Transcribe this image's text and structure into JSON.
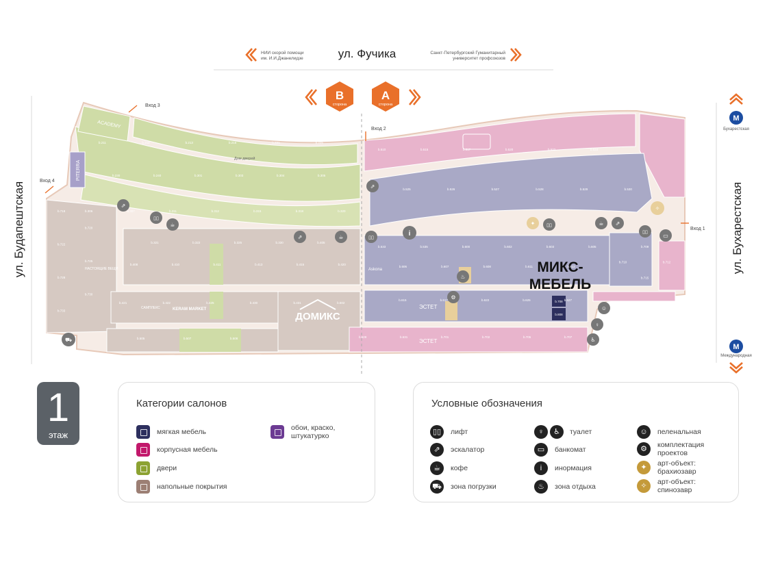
{
  "street_top": "ул. Фучика",
  "street_left": "ул. Будапештская",
  "street_right": "ул. Бухарестская",
  "landmark_left": [
    "НИИ скорой помощи",
    "им. И.И.Джанелидзе"
  ],
  "landmark_right": [
    "Санкт-Петербургский Гуманитарный",
    "университет профсоюзов"
  ],
  "side_b": {
    "letter": "B",
    "word": "сторона"
  },
  "side_a": {
    "letter": "A",
    "word": "сторона"
  },
  "entrances": [
    "Вход 1",
    "Вход 2",
    "Вход 3",
    "Вход 4"
  ],
  "metro_top": "Бухарестская",
  "metro_bottom": "Международная",
  "stores": {
    "academy": "ACADEMY",
    "piterra": "PITERRA",
    "domix": "ДОМИКС",
    "estet": "ЭСТЕТ",
    "estet2": "ЭСТЕТ",
    "askona": "Askona",
    "keram": "KERAM MARKET",
    "samples": "САМПЛЕКС",
    "dom_dvery": "Дом дверей",
    "nastoy": "НАСТОЯЩИЕ ВЕЩИ"
  },
  "highlight_label": [
    "МИКС-",
    "МЕБЕЛЬ"
  ],
  "highlight_units": [
    "b.708",
    "b.808"
  ],
  "unit_labels": [
    "b.211",
    "b.212",
    "b.213",
    "b.216",
    "b.221",
    "b.225",
    "b.230",
    "b.240",
    "b.301",
    "b.303",
    "b.304",
    "b.305",
    "b.306",
    "b.307",
    "b.311",
    "b.312",
    "b.315",
    "b.318",
    "b.320",
    "b.321",
    "b.322",
    "b.325",
    "b.330",
    "b.405",
    "b.408",
    "b.410",
    "b.411",
    "b.413",
    "b.415",
    "b.420",
    "b.421",
    "b.422",
    "b.425",
    "b.430",
    "b.431",
    "b.502",
    "b.505",
    "b.507",
    "b.508",
    "b.510",
    "b.515",
    "b.517",
    "b.520",
    "b.522",
    "b.524",
    "b.525",
    "b.526",
    "b.527",
    "b.528",
    "b.529",
    "b.530",
    "b.533",
    "b.535",
    "b.600",
    "b.602",
    "b.603",
    "b.605",
    "b.606",
    "b.607",
    "b.608",
    "b.611",
    "b.612",
    "b.615",
    "b.617",
    "b.622",
    "b.625",
    "b.627",
    "b.629",
    "b.631",
    "b.701",
    "b.702",
    "b.705",
    "b.707",
    "b.709",
    "b.710",
    "b.712",
    "b.715",
    "b.718",
    "b.720",
    "b.722",
    "b.725",
    "b.728",
    "b.730",
    "b.733",
    "b.802",
    "b.805",
    "b.807",
    "b.809",
    "b.811",
    "b.813",
    "b.815",
    "b.819",
    "b.820",
    "b.822",
    "b.830",
    "b.904",
    "b.905",
    "b.909",
    "b.912",
    "b.915",
    "b.920",
    "b.925",
    "b.930",
    "b.935"
  ],
  "floor": {
    "number": "1",
    "label": "этаж"
  },
  "categories_title": "Категории салонов",
  "categories": [
    {
      "label": "мягкая мебель",
      "color": "#2d2f5e"
    },
    {
      "label": "корпусная мебель",
      "color": "#c2186b"
    },
    {
      "label": "двери",
      "color": "#8ca232"
    },
    {
      "label": "напольные покрытия",
      "color": "#9c7f74"
    },
    {
      "label": "обои, краско, штукатурко",
      "color": "#6c3b93"
    }
  ],
  "legend_title": "Условные обозначения",
  "legend": [
    {
      "label": "лифт",
      "icon": "elevator-icon"
    },
    {
      "label": "эскалатор",
      "icon": "escalator-icon"
    },
    {
      "label": "кофе",
      "icon": "coffee-icon"
    },
    {
      "label": "зона погрузки",
      "icon": "loading-zone-icon"
    },
    {
      "label": "туалет",
      "icon": "toilet-icon"
    },
    {
      "label": "банкомат",
      "icon": "atm-icon"
    },
    {
      "label": "инормация",
      "icon": "info-icon"
    },
    {
      "label": "зона отдыха",
      "icon": "rest-zone-icon"
    },
    {
      "label": "пеленальная",
      "icon": "baby-room-icon"
    },
    {
      "label": "комплектация проектов",
      "icon": "projects-icon"
    },
    {
      "label": "арт-объект: брахиозавр",
      "icon": "brachiosaurus-icon"
    },
    {
      "label": "арт-объект: спинозавр",
      "icon": "spinosaurus-icon"
    }
  ],
  "colors": {
    "pink": "#e8b4cc",
    "lavender": "#a9a9c6",
    "green": "#cfdca7",
    "beige": "#d6c9c2",
    "corridor": "#f6ece6",
    "orange": "#e9702a",
    "highlight": "#2d2f5e"
  }
}
